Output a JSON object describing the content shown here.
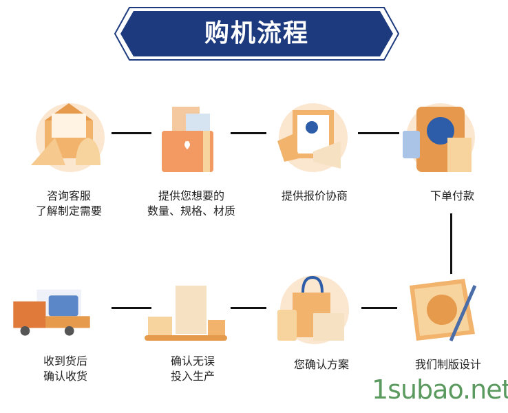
{
  "title": "购机流程",
  "steps": [
    {
      "line1": "咨询客服",
      "line2": "了解制定需要",
      "icon": "mail-bell-icon"
    },
    {
      "line1": "提供您想要的",
      "line2": "数量、规格、材质",
      "icon": "folder-files-icon"
    },
    {
      "line1": "提供报价协商",
      "line2": "",
      "icon": "clipboard-megaphone-icon"
    },
    {
      "line1": "下单付款",
      "line2": "",
      "icon": "payment-terminal-icon"
    },
    {
      "line1": "我们制版设计",
      "line2": "",
      "icon": "design-pen-icon"
    },
    {
      "line1": "您确认方案",
      "line2": "",
      "icon": "shopping-bag-icon"
    },
    {
      "line1": "确认无误",
      "line2": "投入生产",
      "icon": "production-line-icon"
    },
    {
      "line1": "收到货后",
      "line2": "确认收货",
      "icon": "delivery-truck-icon"
    }
  ],
  "watermark": "1subao.net",
  "colors": {
    "banner": "#1d3a7e",
    "accent": "#f0a45a"
  }
}
